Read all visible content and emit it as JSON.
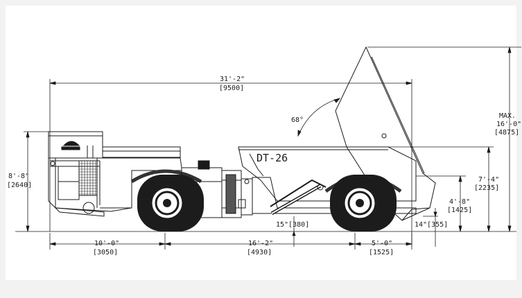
{
  "colors": {
    "background": "#f2f2f2",
    "sheet": "#ffffff",
    "ink": "#1a1a1a",
    "tire": "#1c1c1c"
  },
  "model_label": "DT-26",
  "dump_angle": "68°",
  "dimensions": {
    "overall_length": {
      "ft": "31'-2\"",
      "mm": "[9500]"
    },
    "height_canopy": {
      "ft": "8'-8\"",
      "mm": "[2640]"
    },
    "max_dump_height": {
      "max": "MAX.",
      "ft": "16'-0\"",
      "mm": "[4875]"
    },
    "box_height": {
      "ft": "7'-4\"",
      "mm": "[2235]"
    },
    "dump_clearance": {
      "ft": "4'-8\"",
      "mm": "[1425]"
    },
    "tail_clearance": {
      "text": "14\"[355]"
    },
    "ground_clearance": {
      "text": "15\"[380]"
    },
    "front_overhang": {
      "ft": "10'-0\"",
      "mm": "[3050]"
    },
    "wheelbase": {
      "ft": "16'-2\"",
      "mm": "[4930]"
    },
    "rear_overhang": {
      "ft": "5'-0\"",
      "mm": "[1525]"
    }
  }
}
